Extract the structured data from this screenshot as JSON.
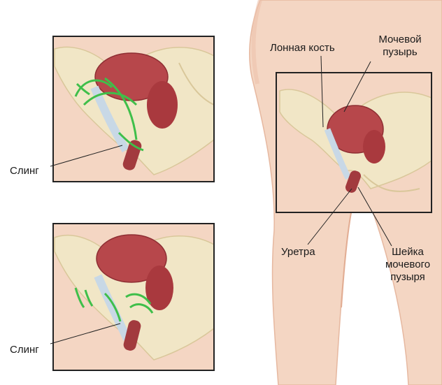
{
  "labels": {
    "pubic_bone": "Лонная кость",
    "bladder_line1": "Мочевой",
    "bladder_line2": "пузырь",
    "urethra": "Уретра",
    "bladder_neck_line1": "Шейка",
    "bladder_neck_line2": "мочевого",
    "bladder_neck_line3": "пузыря",
    "sling_top": "Слинг",
    "sling_bottom": "Слинг"
  },
  "colors": {
    "skin": "#f4d6c3",
    "skin_shadow": "#e8b9a0",
    "bone": "#f1e6c6",
    "bone_edge": "#d9c79a",
    "bladder": "#b7474b",
    "bladder_dark": "#8e2e33",
    "urethra": "#a23a3e",
    "sling": "#3fbf4a",
    "sling_band": "#c8d8e6",
    "frame": "#222222",
    "leader": "#222222"
  }
}
